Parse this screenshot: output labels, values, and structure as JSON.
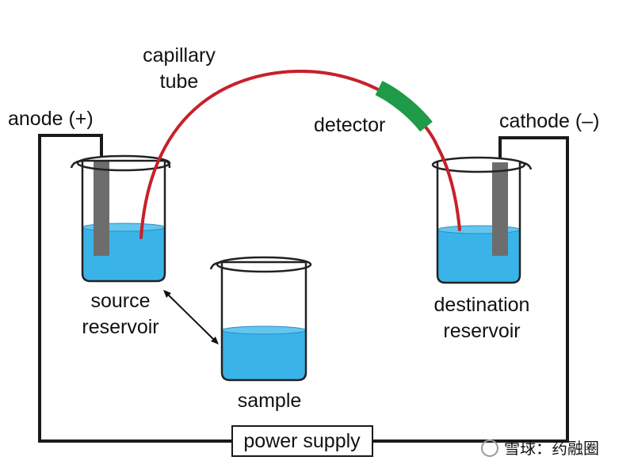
{
  "labels": {
    "anode": "anode (+)",
    "cathode": "cathode (–)",
    "capillary_line1": "capillary",
    "capillary_line2": "tube",
    "detector": "detector",
    "source_line1": "source",
    "source_line2": "reservoir",
    "destination_line1": "destination",
    "destination_line2": "reservoir",
    "sample": "sample",
    "power_supply": "power supply"
  },
  "watermark": "雪球：药融圈",
  "colors": {
    "liquid": "#3ab4e8",
    "liquid_top": "#64c6ee",
    "capillary": "#c8202a",
    "detector": "#1f9a48",
    "electrode": "#6d6d6d",
    "wire": "#1a1a1a",
    "glass": "#222222"
  }
}
